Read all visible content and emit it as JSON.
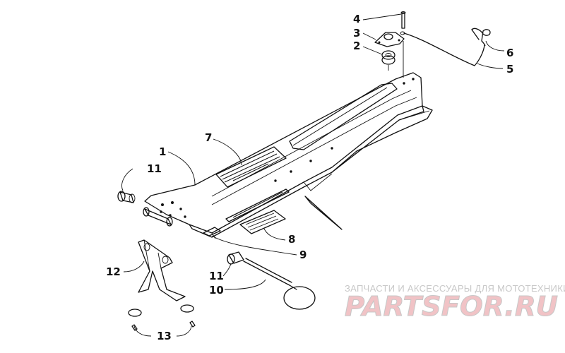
{
  "callouts": [
    "1",
    "2",
    "3",
    "4",
    "5",
    "6",
    "7",
    "8",
    "9",
    "10",
    "11",
    "11",
    "12",
    "13"
  ],
  "watermark": {
    "tagline": "ЗАПЧАСТИ И АКСЕССУАРЫ ДЛЯ МОТОТЕХНИКИ",
    "logo_text": "PARTSFOR.RU",
    "colors": {
      "tagline": "#c8c8c8",
      "logo": "#f1c3c6",
      "logo_edge": "#c7c7c7"
    }
  }
}
